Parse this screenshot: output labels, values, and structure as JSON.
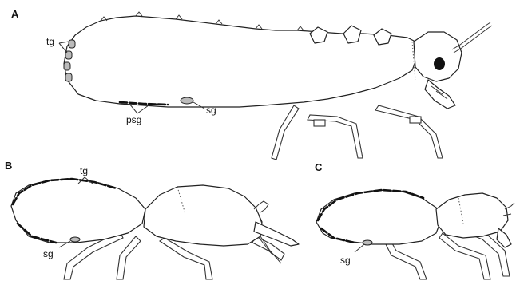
{
  "panels": {
    "a": {
      "letter": "A",
      "labels": {
        "tergal_glands": "tg",
        "posterior_sternal_glands": "psg",
        "sternal_gland": "sg"
      }
    },
    "b": {
      "letter": "B",
      "labels": {
        "tergal_glands": "tg",
        "sternal_gland": "sg"
      }
    },
    "c": {
      "letter": "C",
      "labels": {
        "sternal_gland": "sg"
      }
    }
  }
}
